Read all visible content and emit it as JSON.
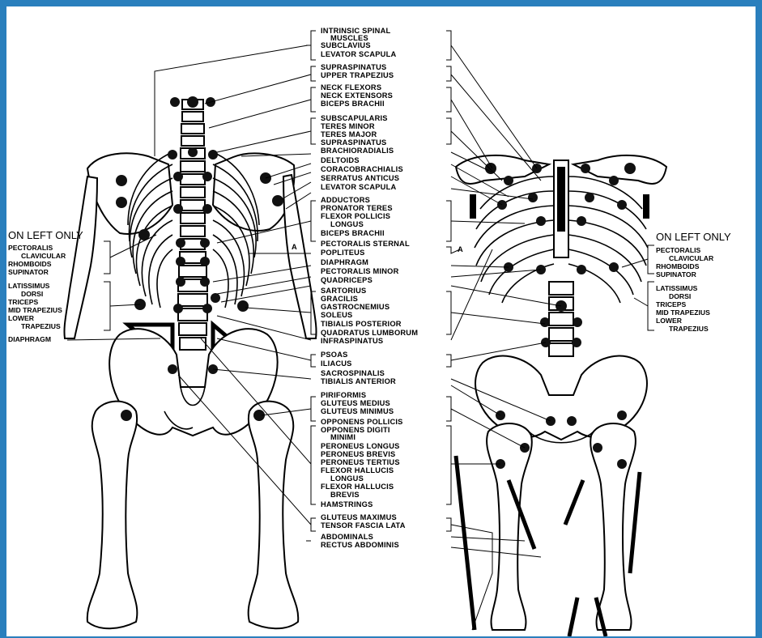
{
  "diagram": {
    "center_labels": [
      "INTRINSIC SPINAL",
      "MUSCLES",
      "SUBCLAVIUS",
      "LEVATOR SCAPULA",
      "SUPRASPINATUS",
      "UPPER TRAPEZIUS",
      "NECK FLEXORS",
      "NECK EXTENSORS",
      "BICEPS BRACHII",
      "SUBSCAPULARIS",
      "TERES MINOR",
      "TERES MAJOR",
      "SUPRASPINATUS",
      "BRACHIORADIALIS",
      "DELTOIDS",
      "CORACOBRACHIALIS",
      "SERRATUS ANTICUS",
      "LEVATOR SCAPULA",
      "ADDUCTORS",
      "PRONATOR TERES",
      "FLEXOR POLLICIS",
      "LONGUS",
      "BICEPS BRACHII",
      "PECTORALIS STERNAL",
      "POPLITEUS",
      "DIAPHRAGM",
      "PECTORALIS MINOR",
      "QUADRICEPS",
      "SARTORIUS",
      "GRACILIS",
      "GASTROCNEMIUS",
      "SOLEUS",
      "TIBIALIS POSTERIOR",
      "QUADRATUS LUMBORUM",
      "INFRASPINATUS",
      "PSOAS",
      "ILIACUS",
      "SACROSPINALIS",
      "TIBIALIS ANTERIOR",
      "PIRIFORMIS",
      "GLUTEUS MEDIUS",
      "GLUTEUS MINIMUS",
      "OPPONENS POLLICIS",
      "OPPONENS DIGITI",
      "MINIMI",
      "PERONEUS LONGUS",
      "PERONEUS BREVIS",
      "PERONEUS TERTIUS",
      "FLEXOR HALLUCIS",
      "LONGUS",
      "FLEXOR HALLUCIS",
      "BREVIS",
      "HAMSTRINGS",
      "GLUTEUS MAXIMUS",
      "TENSOR FASCIA LATA",
      "ABDOMINALS",
      "RECTUS ABDOMINIS"
    ],
    "pectoralis_marker": "A",
    "left_panel": {
      "title": "ON LEFT ONLY",
      "labels": [
        "PECTORALIS",
        "CLAVICULAR",
        "RHOMBOIDS",
        "SUPINATOR",
        "LATISSIMUS",
        "DORSI",
        "TRICEPS",
        "MID TRAPEZIUS",
        "LOWER",
        "TRAPEZIUS",
        "DIAPHRAGM"
      ]
    },
    "right_panel": {
      "title": "ON LEFT ONLY",
      "labels": [
        "PECTORALIS",
        "CLAVICULAR",
        "RHOMBOIDS",
        "SUPINATOR",
        "LATISSIMUS",
        "DORSI",
        "TRICEPS",
        "MID TRAPEZIUS",
        "LOWER",
        "TRAPEZIUS"
      ]
    },
    "colors": {
      "border": "#2a7fbd",
      "ink": "#000000",
      "paper": "#ffffff"
    }
  }
}
